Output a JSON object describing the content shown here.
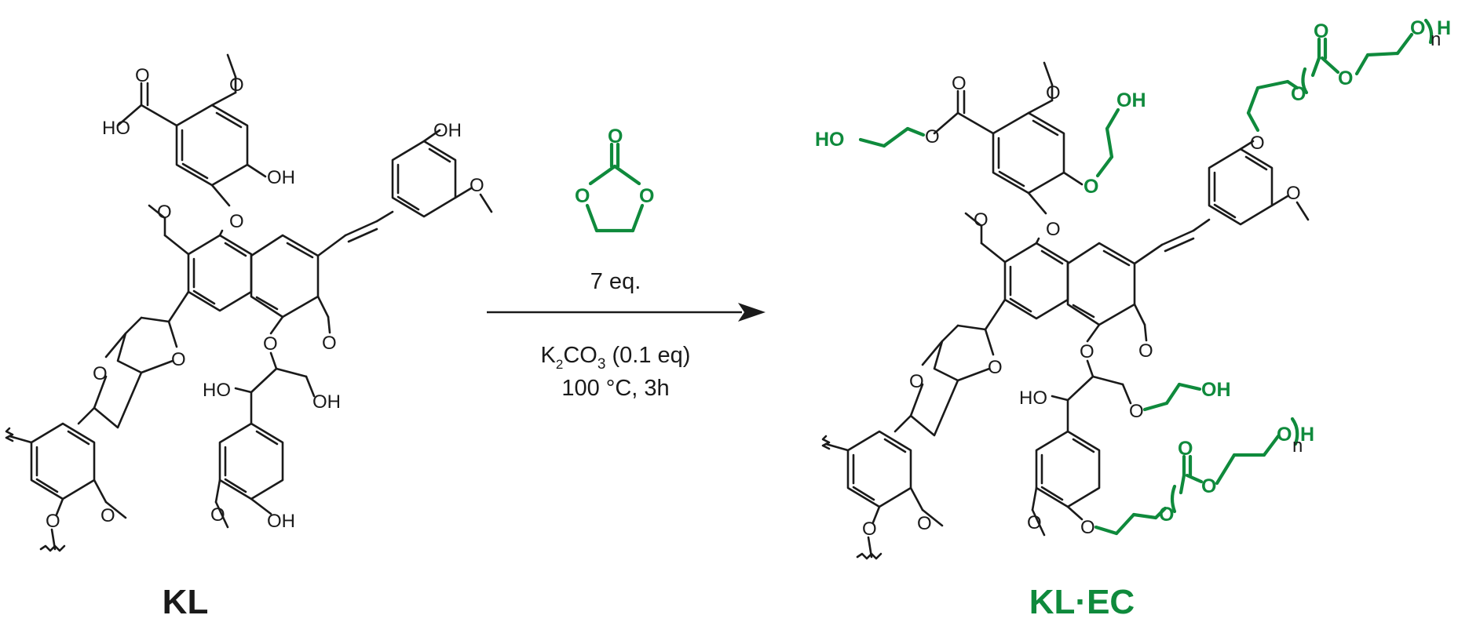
{
  "reaction": {
    "reactant_label": "KL",
    "product_label": "KL·EC",
    "equivalents": "7 eq.",
    "catalyst_base": "K",
    "catalyst_sub1": "2",
    "catalyst_mid": "CO",
    "catalyst_sub2": "3",
    "catalyst_rest": " (0.1 eq)",
    "temperature_time": "100 °C, 3h",
    "reagent_atoms": {
      "carbonyl_o": "O",
      "ring_o": "O"
    }
  },
  "atoms": {
    "oxygen": "O",
    "hydroxyl": "OH",
    "hydroxyl_left": "HO",
    "hydrogen": "H",
    "repeat_index": "n"
  },
  "colors": {
    "ink": "#1a1a1a",
    "modified": "#0f8a3c"
  }
}
